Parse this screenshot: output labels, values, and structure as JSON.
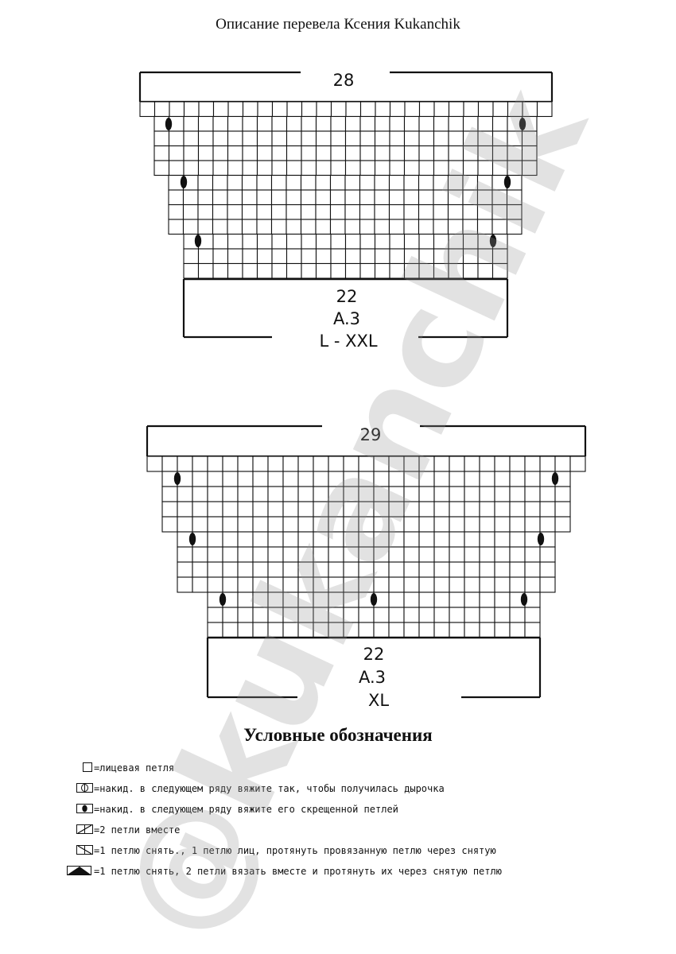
{
  "header": {
    "caption": "Описание перевела Ксения Kukanchik"
  },
  "charts": [
    {
      "top_count": "28",
      "bottom_count": "22",
      "chart_name": "A.3",
      "sizes": "L - XXL"
    },
    {
      "top_count": "29",
      "bottom_count": "22",
      "chart_name": "A.3",
      "sizes": "XL"
    }
  ],
  "legend": {
    "title": "Условные обозначения",
    "items": [
      {
        "symbol": "knit",
        "text": "=лицевая петля"
      },
      {
        "symbol": "yarn-over-hole",
        "text": "=накид. в следующем ряду вяжите так, чтобы получилась дырочка"
      },
      {
        "symbol": "yarn-over-twisted",
        "text": "=накид. в следующем ряду вяжите его скрещенной петлей"
      },
      {
        "symbol": "k2tog",
        "text": "=2 петли вместе"
      },
      {
        "symbol": "skp",
        "text": "=1 петлю снять., 1 петлю лиц, протянуть провязанную петлю через снятую"
      },
      {
        "symbol": "sk2p",
        "text": "=1 петлю снять, 2 петли вязать вместе и протянуть их через снятую петлю"
      }
    ]
  },
  "watermark": {
    "text": "@kukanchik",
    "color": "#969696"
  }
}
